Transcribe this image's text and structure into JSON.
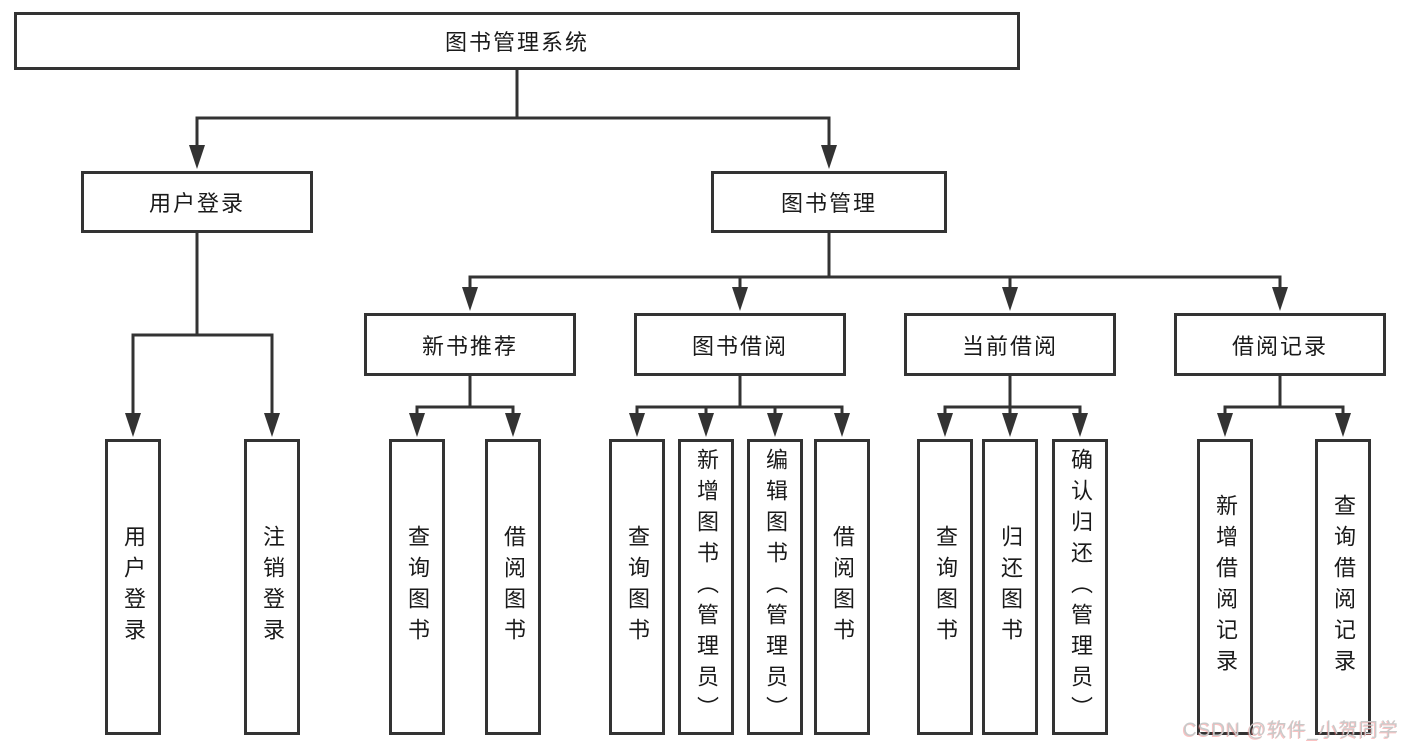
{
  "title": "图书管理系统",
  "level2": [
    {
      "label": "用户登录"
    },
    {
      "label": "图书管理"
    }
  ],
  "level3": [
    {
      "label": "新书推荐"
    },
    {
      "label": "图书借阅"
    },
    {
      "label": "当前借阅"
    },
    {
      "label": "借阅记录"
    }
  ],
  "leaves": [
    {
      "label": "用户登录"
    },
    {
      "label": "注销登录"
    },
    {
      "label": "查询图书"
    },
    {
      "label": "借阅图书"
    },
    {
      "label": "查询图书"
    },
    {
      "label": "新增图书（管理员）"
    },
    {
      "label": "编辑图书（管理员）"
    },
    {
      "label": "借阅图书"
    },
    {
      "label": "查询图书"
    },
    {
      "label": "归还图书"
    },
    {
      "label": "确认归还（管理员）"
    },
    {
      "label": "新增借阅记录"
    },
    {
      "label": "查询借阅记录"
    }
  ],
  "watermark": "CSDN @软件_小贺同学",
  "colors": {
    "line": "#333333",
    "text": "#1a1a1a",
    "background": "#ffffff",
    "watermark": "#c9c9c9"
  }
}
